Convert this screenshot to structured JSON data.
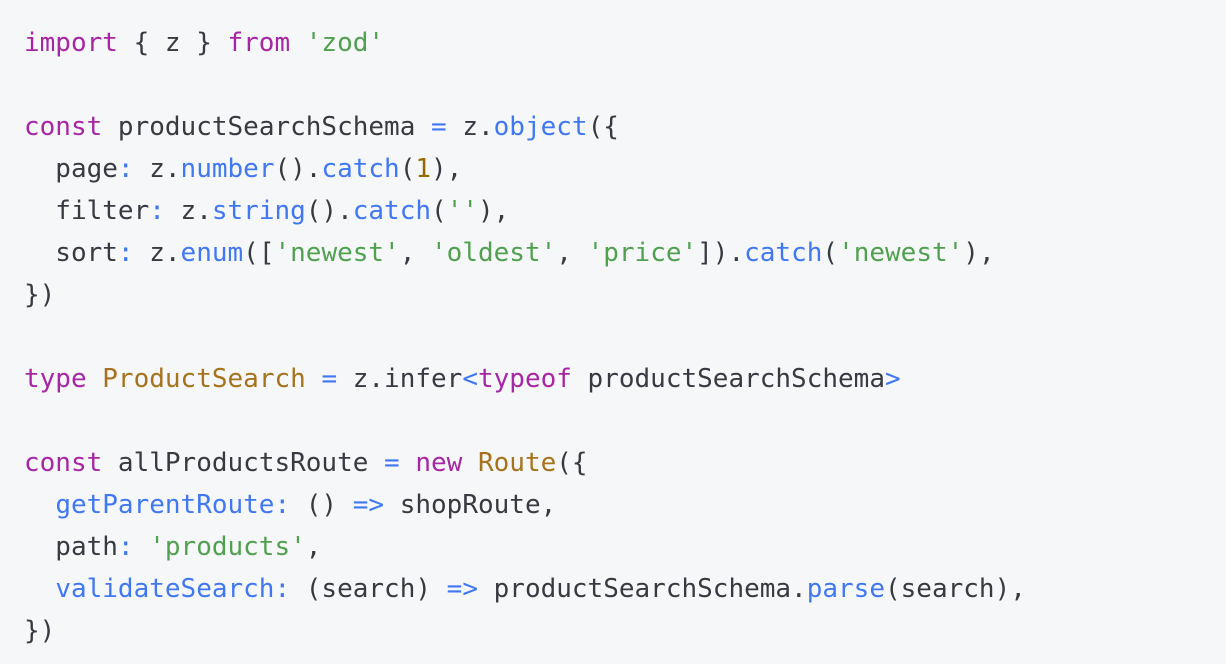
{
  "theme": {
    "background": "#f6f7f9",
    "plain": "#383a42",
    "keyword": "#a626a4",
    "string": "#50a14f",
    "function": "#4078f2",
    "number": "#986801",
    "type": "#a7721c"
  },
  "code": {
    "lines": [
      [
        {
          "c": "k",
          "t": "import"
        },
        {
          "c": "p",
          "t": " { z } "
        },
        {
          "c": "k",
          "t": "from"
        },
        {
          "c": "p",
          "t": " "
        },
        {
          "c": "s",
          "t": "'zod'"
        }
      ],
      [],
      [
        {
          "c": "k",
          "t": "const"
        },
        {
          "c": "p",
          "t": " productSearchSchema "
        },
        {
          "c": "o",
          "t": "="
        },
        {
          "c": "p",
          "t": " z."
        },
        {
          "c": "f",
          "t": "object"
        },
        {
          "c": "p",
          "t": "({"
        }
      ],
      [
        {
          "c": "p",
          "t": "  page"
        },
        {
          "c": "o",
          "t": ":"
        },
        {
          "c": "p",
          "t": " z."
        },
        {
          "c": "f",
          "t": "number"
        },
        {
          "c": "p",
          "t": "()."
        },
        {
          "c": "f",
          "t": "catch"
        },
        {
          "c": "p",
          "t": "("
        },
        {
          "c": "n",
          "t": "1"
        },
        {
          "c": "p",
          "t": "),"
        }
      ],
      [
        {
          "c": "p",
          "t": "  filter"
        },
        {
          "c": "o",
          "t": ":"
        },
        {
          "c": "p",
          "t": " z."
        },
        {
          "c": "f",
          "t": "string"
        },
        {
          "c": "p",
          "t": "()."
        },
        {
          "c": "f",
          "t": "catch"
        },
        {
          "c": "p",
          "t": "("
        },
        {
          "c": "s",
          "t": "''"
        },
        {
          "c": "p",
          "t": "),"
        }
      ],
      [
        {
          "c": "p",
          "t": "  sort"
        },
        {
          "c": "o",
          "t": ":"
        },
        {
          "c": "p",
          "t": " z."
        },
        {
          "c": "f",
          "t": "enum"
        },
        {
          "c": "p",
          "t": "(["
        },
        {
          "c": "s",
          "t": "'newest'"
        },
        {
          "c": "p",
          "t": ", "
        },
        {
          "c": "s",
          "t": "'oldest'"
        },
        {
          "c": "p",
          "t": ", "
        },
        {
          "c": "s",
          "t": "'price'"
        },
        {
          "c": "p",
          "t": "])."
        },
        {
          "c": "f",
          "t": "catch"
        },
        {
          "c": "p",
          "t": "("
        },
        {
          "c": "s",
          "t": "'newest'"
        },
        {
          "c": "p",
          "t": "),"
        }
      ],
      [
        {
          "c": "p",
          "t": "})"
        }
      ],
      [],
      [
        {
          "c": "k",
          "t": "type"
        },
        {
          "c": "p",
          "t": " "
        },
        {
          "c": "t",
          "t": "ProductSearch"
        },
        {
          "c": "p",
          "t": " "
        },
        {
          "c": "o",
          "t": "="
        },
        {
          "c": "p",
          "t": " z.infer"
        },
        {
          "c": "o",
          "t": "<"
        },
        {
          "c": "k",
          "t": "typeof"
        },
        {
          "c": "p",
          "t": " productSearchSchema"
        },
        {
          "c": "o",
          "t": ">"
        }
      ],
      [],
      [
        {
          "c": "k",
          "t": "const"
        },
        {
          "c": "p",
          "t": " allProductsRoute "
        },
        {
          "c": "o",
          "t": "="
        },
        {
          "c": "p",
          "t": " "
        },
        {
          "c": "k",
          "t": "new"
        },
        {
          "c": "p",
          "t": " "
        },
        {
          "c": "t",
          "t": "Route"
        },
        {
          "c": "p",
          "t": "({"
        }
      ],
      [
        {
          "c": "p",
          "t": "  "
        },
        {
          "c": "f",
          "t": "getParentRoute"
        },
        {
          "c": "o",
          "t": ":"
        },
        {
          "c": "p",
          "t": " () "
        },
        {
          "c": "o",
          "t": "=>"
        },
        {
          "c": "p",
          "t": " shopRoute,"
        }
      ],
      [
        {
          "c": "p",
          "t": "  path"
        },
        {
          "c": "o",
          "t": ":"
        },
        {
          "c": "p",
          "t": " "
        },
        {
          "c": "s",
          "t": "'products'"
        },
        {
          "c": "p",
          "t": ","
        }
      ],
      [
        {
          "c": "p",
          "t": "  "
        },
        {
          "c": "f",
          "t": "validateSearch"
        },
        {
          "c": "o",
          "t": ":"
        },
        {
          "c": "p",
          "t": " (search) "
        },
        {
          "c": "o",
          "t": "=>"
        },
        {
          "c": "p",
          "t": " productSearchSchema."
        },
        {
          "c": "f",
          "t": "parse"
        },
        {
          "c": "p",
          "t": "(search),"
        }
      ],
      [
        {
          "c": "p",
          "t": "})"
        }
      ]
    ]
  }
}
